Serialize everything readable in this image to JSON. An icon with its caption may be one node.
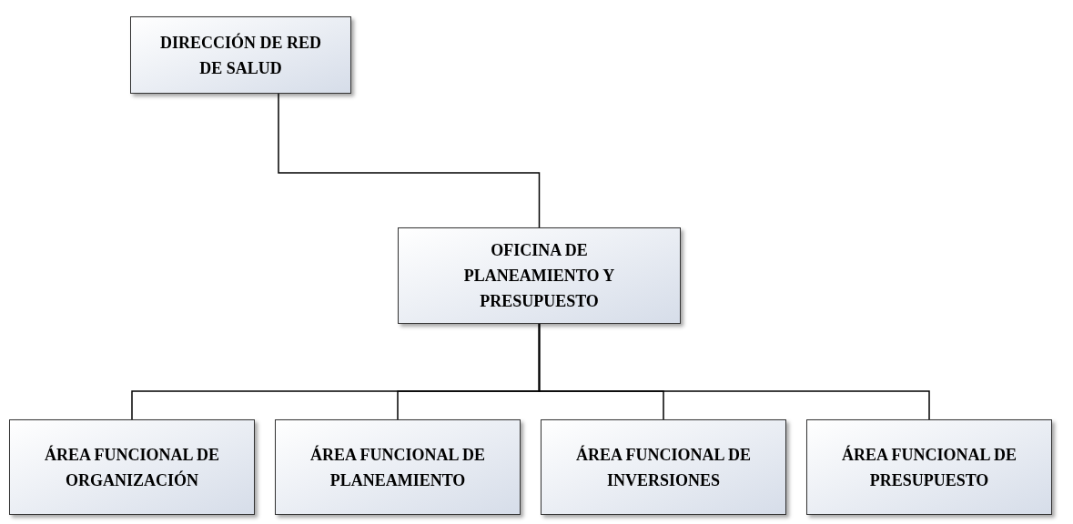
{
  "diagram": {
    "nodes": [
      {
        "text": [
          "DIRECCIÓN DE RED DE SALUD"
        ]
      },
      {
        "text": [
          "OFICINA DE PLANEAMIENTO Y PRESUPUESTO"
        ]
      },
      {
        "text": [
          "ÁREA FUNCIONAL DE ORGANIZACIÓN"
        ]
      },
      {
        "text": [
          "ÁREA FUNCIONAL DE PLANEAMIENTO"
        ]
      },
      {
        "text": [
          "ÁREA FUNCIONAL DE INVERSIONES"
        ]
      },
      {
        "text": [
          "ÁREA FUNCIONAL DE PRESUPUESTO"
        ]
      }
    ],
    "edges": [
      {
        "from": 0,
        "to": 1,
        "arrow": "none"
      },
      {
        "from": 1,
        "to": 2,
        "arrow": "none"
      },
      {
        "from": 1,
        "to": 3,
        "arrow": "none"
      },
      {
        "from": 1,
        "to": 4,
        "arrow": "none"
      },
      {
        "from": 1,
        "to": 5,
        "arrow": "none"
      }
    ]
  }
}
